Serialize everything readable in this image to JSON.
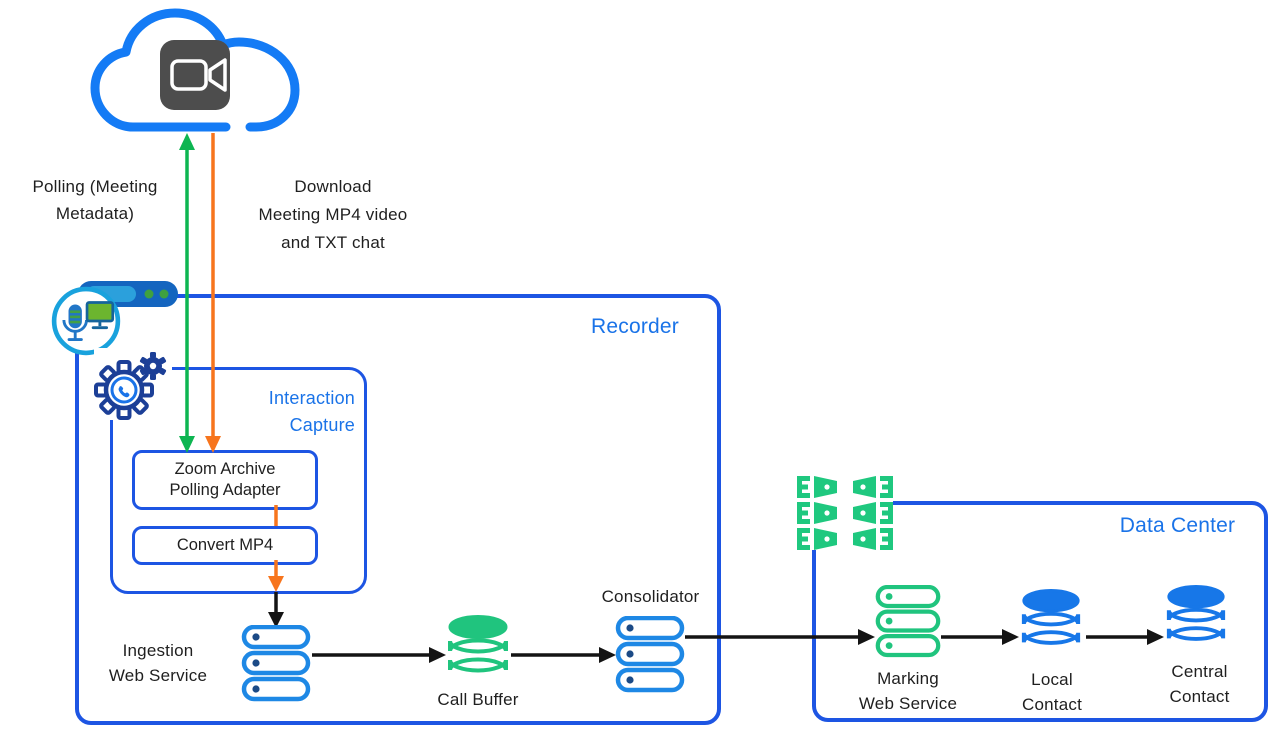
{
  "annotations": {
    "polling": "Polling (Meeting\nMetadata)",
    "download": "Download\nMeeting MP4 video\nand TXT chat"
  },
  "recorder": {
    "title": "Recorder",
    "interaction_capture": {
      "title": "Interaction\nCapture",
      "adapter_label": "Zoom Archive\nPolling Adapter",
      "convert_label": "Convert MP4"
    },
    "ingestion_label": "Ingestion\nWeb Service",
    "call_buffer_label": "Call Buffer",
    "consolidator_label": "Consolidator"
  },
  "data_center": {
    "title": "Data Center",
    "marking_label": "Marking\nWeb Service",
    "local_label": "Local\nContact",
    "central_label": "Central\nContact"
  },
  "colors": {
    "box_border_blue": "#1d55e3",
    "title_blue": "#1a73e8",
    "cloud_blue": "#147bf5",
    "server_blue": "#1e88e5",
    "server_dot_navy": "#1b4a86",
    "cylinder_blue": "#1777e8",
    "green": "#20c47e",
    "green_arrow": "#0db551",
    "orange": "#f7751d",
    "arrow_black": "#141414",
    "camera_square_gray": "#4d4d4d",
    "gear_navy": "#1c3f97",
    "media_ring_cyan": "#19a2dd"
  }
}
